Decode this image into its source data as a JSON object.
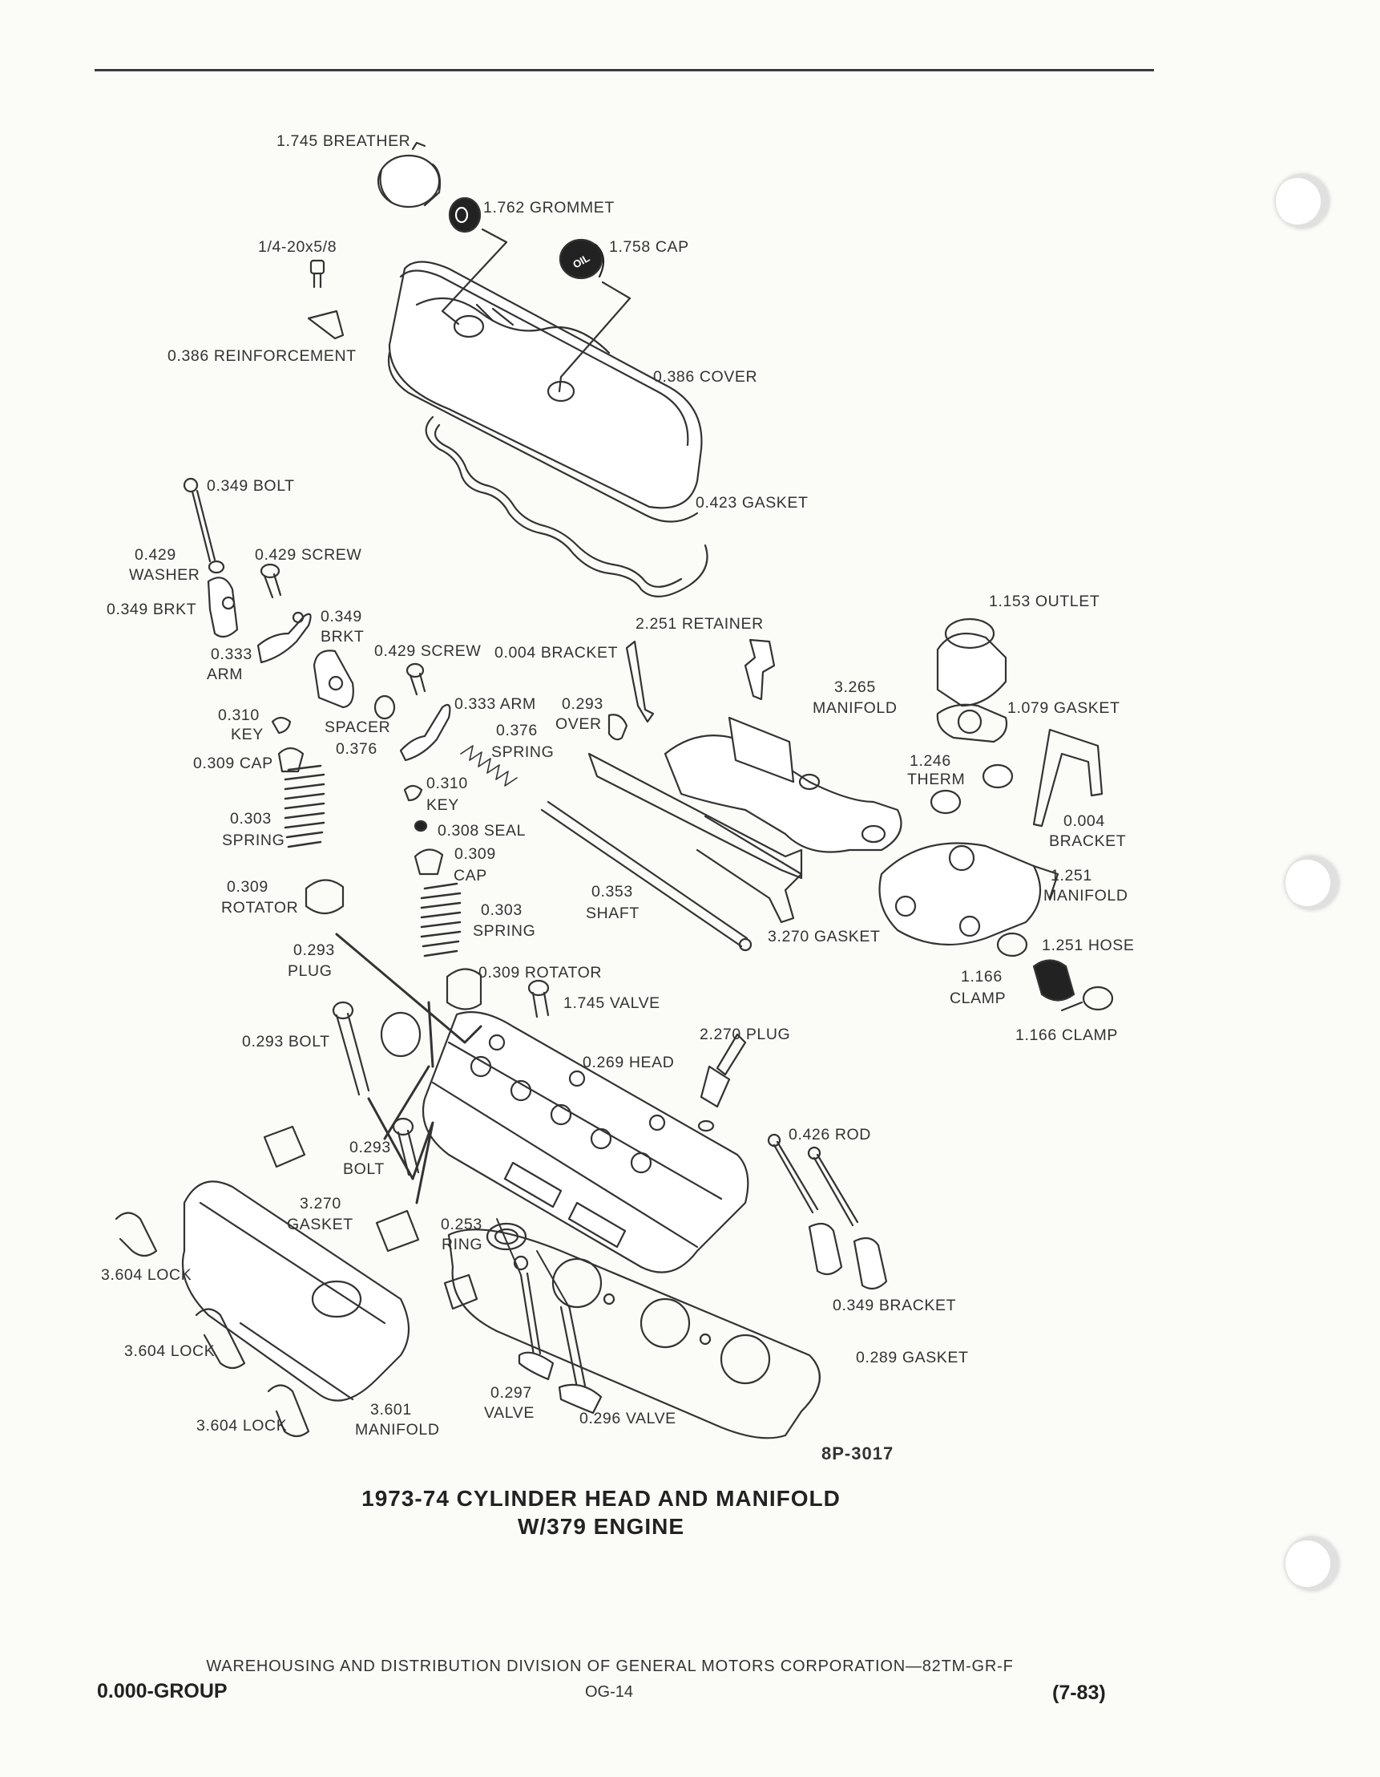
{
  "labels": {
    "breather": "1.745 BREATHER",
    "grommet": "1.762 GROMMET",
    "bolt_quarter": "1/4-20x5/8",
    "cap_oil": "1.758 CAP",
    "oil_text": "OIL",
    "reinforcement": "0.386 REINFORCEMENT",
    "cover": "0.386 COVER",
    "bolt_349": "0.349 BOLT",
    "gasket_423": "0.423 GASKET",
    "washer_num": "0.429",
    "washer_name": "WASHER",
    "screw_429a": "0.429 SCREW",
    "brkt_349a": "0.349 BRKT",
    "brkt_349b_num": "0.349",
    "brkt_349b_name": "BRKT",
    "arm_333a_num": "0.333",
    "arm_333a_name": "ARM",
    "screw_429b": "0.429 SCREW",
    "bracket_004a": "0.004 BRACKET",
    "retainer": "2.251 RETAINER",
    "outlet": "1.153 OUTLET",
    "key_310a_num": "0.310",
    "key_310a_name": "KEY",
    "spacer_name": "SPACER",
    "spacer_num": "0.376",
    "arm_333b": "0.333 ARM",
    "spring_376_num": "0.376",
    "spring_376_name": "SPRING",
    "over_293_num": "0.293",
    "over_293_name": "OVER",
    "manifold_3265_num": "3.265",
    "manifold_3265_name": "MANIFOLD",
    "gasket_1079": "1.079 GASKET",
    "cap_309a": "0.309 CAP",
    "key_310b_num": "0.310",
    "key_310b_name": "KEY",
    "therm_num": "1.246",
    "therm_name": "THERM",
    "spring_303a_num": "0.303",
    "spring_303a_name": "SPRING",
    "seal_308": "0.308 SEAL",
    "cap_309b_num": "0.309",
    "cap_309b_name": "CAP",
    "bracket_004b_num": "0.004",
    "bracket_004b_name": "BRACKET",
    "rotator_309a_num": "0.309",
    "rotator_309a_name": "ROTATOR",
    "spring_303b_num": "0.303",
    "spring_303b_name": "SPRING",
    "shaft_num": "0.353",
    "shaft_name": "SHAFT",
    "manifold_1251_num": "1.251",
    "manifold_1251_name": "MANIFOLD",
    "plug_293_num": "0.293",
    "plug_293_name": "PLUG",
    "gasket_3270a": "3.270 GASKET",
    "hose_1251": "1.251 HOSE",
    "rotator_309b": "0.309 ROTATOR",
    "clamp_1166a_num": "1.166",
    "clamp_1166a_name": "CLAMP",
    "valve_1745": "1.745 VALVE",
    "bolt_293a": "0.293  BOLT",
    "plug_2270": "2.270 PLUG",
    "clamp_1166b": "1.166 CLAMP",
    "head_269": "0.269 HEAD",
    "rod_426": "0.426 ROD",
    "bolt_293b_num": "0.293",
    "bolt_293b_name": "BOLT",
    "gasket_3270b_num": "3.270",
    "gasket_3270b_name": "GASKET",
    "ring_253_num": "0.253",
    "ring_253_name": "RING",
    "lock_3604a": "3.604 LOCK",
    "bracket_349": "0.349 BRACKET",
    "lock_3604b": "3.604 LOCK",
    "gasket_289": "0.289 GASKET",
    "valve_297_num": "0.297",
    "valve_297_name": "VALVE",
    "manifold_3601_num": "3.601",
    "manifold_3601_name": "MANIFOLD",
    "lock_3604c": "3.604 LOCK",
    "valve_296": "0.296 VALVE"
  },
  "drawing_code": "8P-3017",
  "title_line1": "1973-74 CYLINDER HEAD AND MANIFOLD",
  "title_line2": "W/379 ENGINE",
  "footer": {
    "line": "WAREHOUSING AND DISTRIBUTION  DIVISION OF GENERAL MOTORS CORPORATION—82TM-GR-F",
    "group": "0.000-GROUP",
    "page": "OG-14",
    "date": "(7-83)"
  }
}
